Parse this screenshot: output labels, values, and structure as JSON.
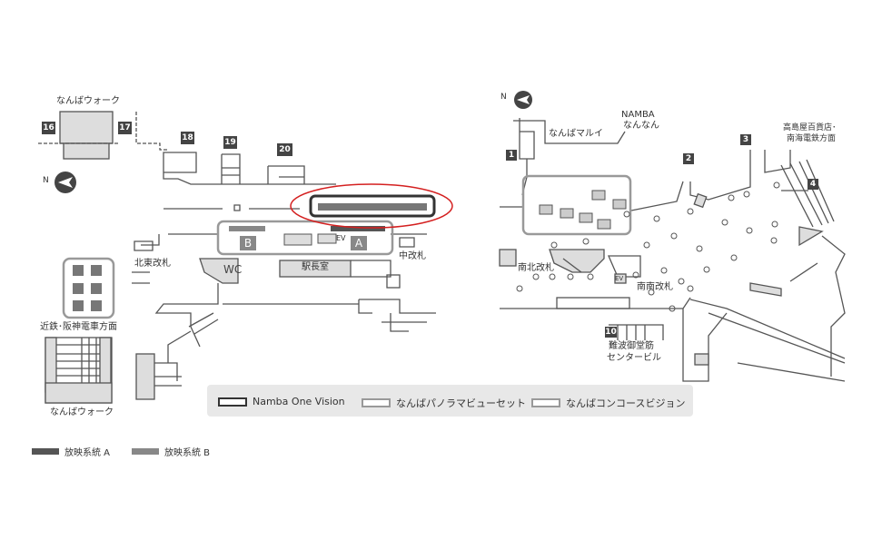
{
  "left_map": {
    "labels": {
      "namba_walk_top": "なんばウォーク",
      "namba_walk_bottom": "なんばウォーク",
      "north_label": "N",
      "hokuto_gate": "北東改札",
      "naka_gate": "中改札",
      "kintetsu": "近鉄･阪神電車方面",
      "wc": "WC",
      "station_master": "駅長室",
      "ev": "EV"
    },
    "exits": [
      "16",
      "17",
      "18",
      "19",
      "20"
    ],
    "systems": [
      "A",
      "B"
    ]
  },
  "right_map": {
    "labels": {
      "north_label": "N",
      "marui": "なんばマルイ",
      "namba_line1": "NAMBA",
      "namba_line2": "なんなん",
      "takashimaya_line1": "高島屋百貨店･",
      "takashimaya_line2": "南海電鉄方面",
      "nanboku_gate": "南北改札",
      "nannan_gate": "南南改札",
      "ev": "EV",
      "midosuji_line1": "難波御堂筋",
      "midosuji_line2": "センタービル"
    },
    "exits": [
      "1",
      "2",
      "3",
      "4",
      "10"
    ]
  },
  "legend": {
    "items": [
      {
        "label": "Namba One Vision",
        "border": "#333333"
      },
      {
        "label": "なんばパノラマビューセット",
        "border": "#999999"
      },
      {
        "label": "なんばコンコースビジョン",
        "border": "#999999"
      }
    ]
  },
  "systems_legend": [
    {
      "label": "放映系統 A",
      "color": "#555555"
    },
    {
      "label": "放映系統 B",
      "color": "#888888"
    }
  ],
  "colors": {
    "highlight": "#d42020",
    "fill": "#dddddd",
    "line": "#555555"
  }
}
